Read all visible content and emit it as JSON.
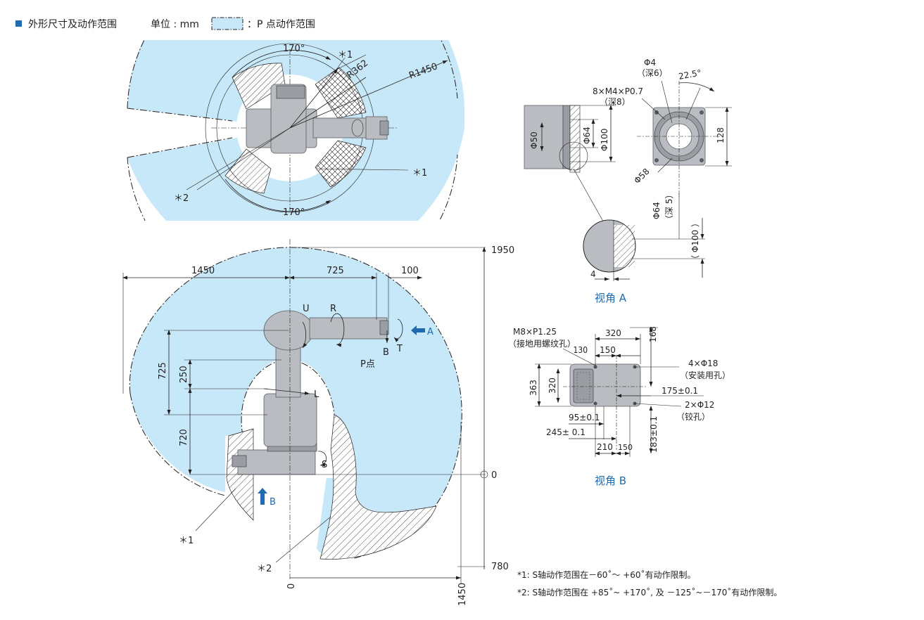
{
  "header": {
    "bullet": "■",
    "title": "外形尺寸及动作范围",
    "unit": "单位 : mm",
    "legend_desc": "：P 点动作范围"
  },
  "colors": {
    "envelope": "#c7e8f8",
    "accent_blue": "#1e6bb0",
    "robot_gray": "#b9bcc0",
    "line": "#231f20"
  },
  "top_view": {
    "angle_top": "170°",
    "angle_bottom": "170°",
    "r362": "R362",
    "r1450": "R1450",
    "star1_a": "＊1",
    "star1_b": "＊1",
    "star2": "＊2"
  },
  "side_view": {
    "d1450": "1450",
    "d725_top": "725",
    "d100": "100",
    "d1950": "1950",
    "d725_left": "725",
    "d250": "250",
    "d720": "720",
    "d0_right": "0",
    "d780": "780",
    "d0_bottom": "0",
    "d1450_bottom": "1450",
    "axis_U": "U",
    "axis_R": "R",
    "axis_L": "L",
    "axis_S": "S",
    "axis_B": "B",
    "axis_T": "T",
    "p_point": "P点",
    "view_a_arrow": "A",
    "view_b_arrow": "B",
    "star1": "＊1",
    "star2": "＊2"
  },
  "view_a": {
    "title": "视角 A",
    "phi4": "Φ4",
    "depth6": "（深6）",
    "angle": "22.5°",
    "m4": "8×M4×P0.7",
    "depth8": "（深8）",
    "phi50": "Φ50",
    "phi64": "Φ64",
    "phi100": "Φ100",
    "d128": "128",
    "phi58": "Φ58",
    "phi64_2": "Φ64",
    "depth5": "（深 5）",
    "phi100_2": "（ Φ100 ）",
    "d4": "4"
  },
  "view_b": {
    "title": "视角 B",
    "m8": "M8×P1.25",
    "ground": "（接地用螺纹孔）",
    "d320_top": "320",
    "d168": "168",
    "d150_top": "150",
    "d130": "130",
    "holes4": "4×Φ18",
    "install": "（安装用孔）",
    "d363": "363",
    "d320_left": "320",
    "d175": "175±0.1",
    "holes2": "2×Φ12",
    "ream": "（铰孔）",
    "d95": "95±0.1",
    "d245": "245± 0.1",
    "d210": "210",
    "d150_bot": "150",
    "d183": "183±0.1"
  },
  "notes": {
    "note1": "*1: S轴动作范围在－60˚～ +60˚有动作限制。",
    "note2": "*2: S轴动作范围在 +85˚~ +170˚, 及 －125˚~－170˚有动作限制。"
  }
}
